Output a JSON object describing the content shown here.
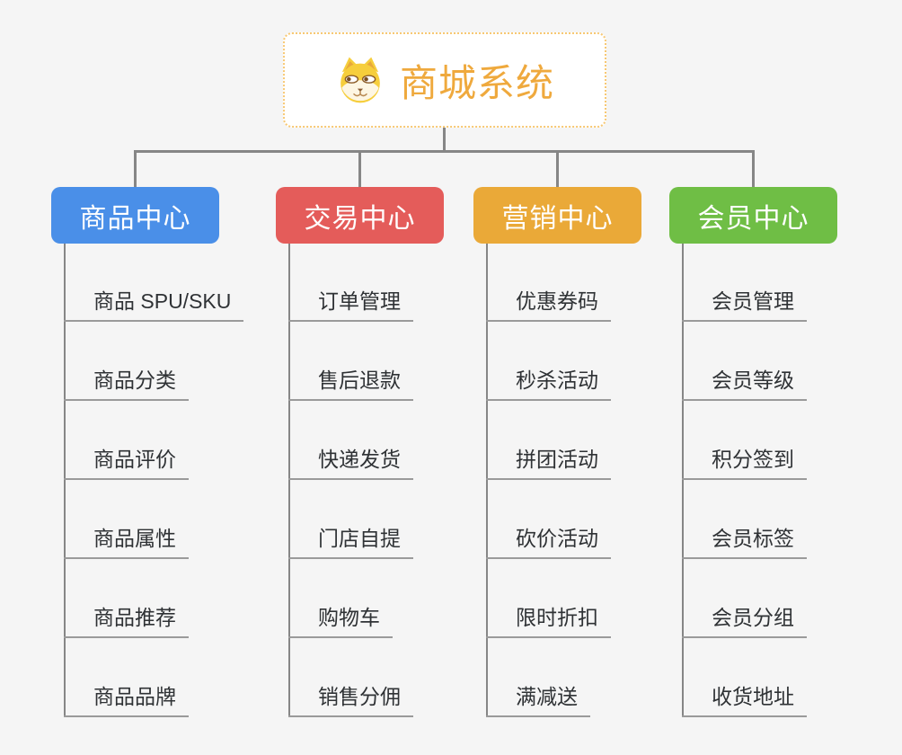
{
  "root": {
    "title": "商城系统",
    "icon": "shiba-dog-icon",
    "text_color": "#EFA93D",
    "border_color": "#F7C873"
  },
  "branches": [
    {
      "label": "商品中心",
      "color": "#4A8FE8",
      "items": [
        "商品 SPU/SKU",
        "商品分类",
        "商品评价",
        "商品属性",
        "商品推荐",
        "商品品牌"
      ]
    },
    {
      "label": "交易中心",
      "color": "#E45C5A",
      "items": [
        "订单管理",
        "售后退款",
        "快递发货",
        "门店自提",
        "购物车",
        "销售分佣"
      ]
    },
    {
      "label": "营销中心",
      "color": "#EAA938",
      "items": [
        "优惠券码",
        "秒杀活动",
        "拼团活动",
        "砍价活动",
        "限时折扣",
        "满减送"
      ]
    },
    {
      "label": "会员中心",
      "color": "#6FBE45",
      "items": [
        "会员管理",
        "会员等级",
        "积分签到",
        "会员标签",
        "会员分组",
        "收货地址"
      ]
    }
  ],
  "colors": {
    "connector": "#868686",
    "leaf_underline": "#9A9A9A",
    "leaf_text": "#2F3235",
    "background": "#F5F5F5"
  }
}
